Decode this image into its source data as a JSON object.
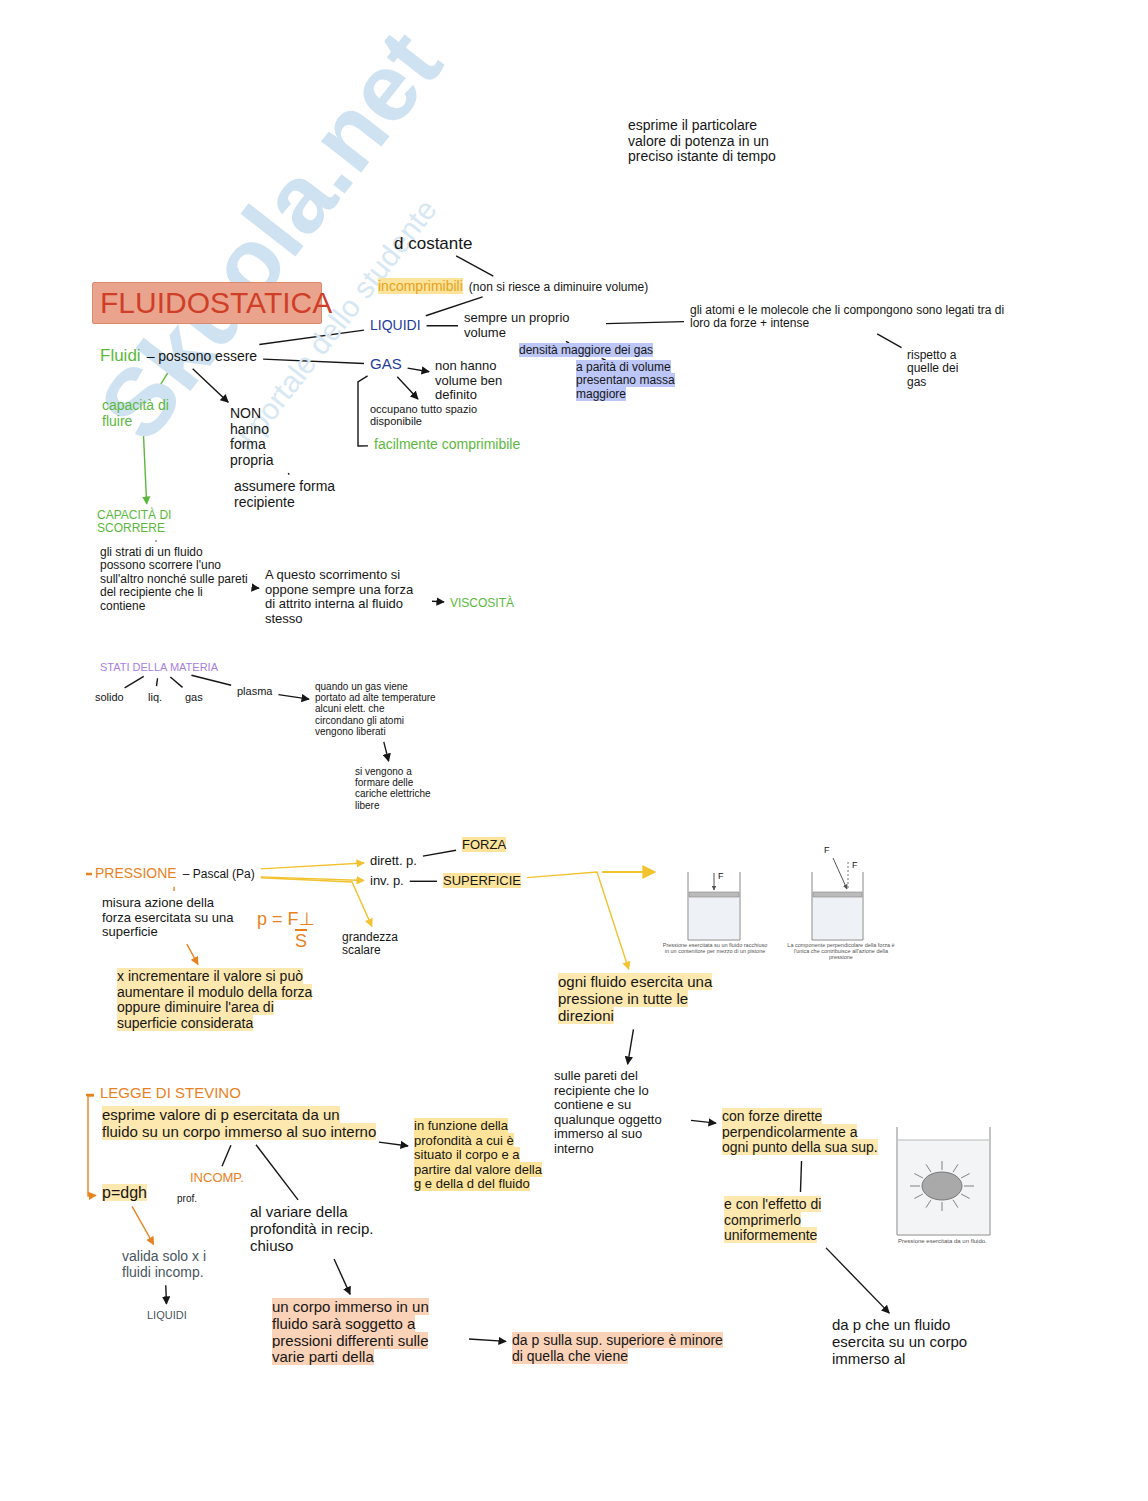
{
  "diagram": {
    "nodes": [
      {
        "text": [
          "FLUIDOSTATICA"
        ]
      },
      {
        "text": [
          "d costante"
        ]
      },
      {
        "text": [
          "incomprimibili",
          "(non si riesce a diminuire volume)"
        ]
      },
      {
        "text": [
          "LIQUIDI"
        ]
      },
      {
        "text": [
          "sempre un proprio volume"
        ]
      },
      {
        "text": [
          "gli atomi e le molecole che li compongono sono legati tra di loro da forze + intense"
        ]
      },
      {
        "text": [
          "rispetto a quelle dei gas"
        ]
      },
      {
        "text": [
          "densità maggiore dei gas"
        ]
      },
      {
        "text": [
          "a parità di volume presentano massa maggiore"
        ]
      },
      {
        "text": [
          "Fluidi",
          "– possono essere"
        ]
      },
      {
        "text": [
          "GAS"
        ]
      },
      {
        "text": [
          "non hanno volume ben definito"
        ]
      },
      {
        "text": [
          "occupano tutto spazio disponibile"
        ]
      },
      {
        "text": [
          "facilmente comprimibile"
        ]
      },
      {
        "text": [
          "capacità di fluire"
        ]
      },
      {
        "text": [
          "NON hanno forma propria"
        ]
      },
      {
        "text": [
          "assumere forma recipiente"
        ]
      },
      {
        "text": [
          "CAPACITÀ DI SCORRERE"
        ]
      },
      {
        "text": [
          "gli strati di un fluido possono scorrere l'uno sull'altro nonché sulle pareti del recipiente che li contiene"
        ]
      },
      {
        "text": [
          "A questo scorrimento si oppone sempre una forza di attrito interna al fluido stesso"
        ]
      },
      {
        "text": [
          "VISCOSITÀ"
        ]
      },
      {
        "text": [
          "STATI DELLA MATERIA"
        ]
      },
      {
        "text": [
          "solido"
        ]
      },
      {
        "text": [
          "liq."
        ]
      },
      {
        "text": [
          "gas"
        ]
      },
      {
        "text": [
          "plasma"
        ]
      },
      {
        "text": [
          "quando un gas viene portato ad alte temperature alcuni elett. che circondano gli atomi vengono liberati"
        ]
      },
      {
        "text": [
          "si vengono a formare delle cariche elettriche libere"
        ]
      },
      {
        "text": [
          "PRESSIONE",
          "– Pascal (Pa)"
        ]
      },
      {
        "text": [
          "dirett. p."
        ]
      },
      {
        "text": [
          "FORZA"
        ]
      },
      {
        "text": [
          "inv. p."
        ]
      },
      {
        "text": [
          "SUPERFICIE"
        ]
      },
      {
        "text": [
          "misura azione della forza esercitata su una superficie"
        ]
      },
      {
        "text": [
          "p = F⊥",
          "S"
        ]
      },
      {
        "text": [
          "grandezza scalare"
        ]
      },
      {
        "text": [
          "x incrementare il valore si può aumentare il modulo della forza oppure diminuire l'area di superficie considerata"
        ]
      },
      {
        "text": [
          "ogni fluido esercita una pressione in tutte le direzioni"
        ]
      },
      {
        "text": [
          "sulle pareti del recipiente che lo contiene e su qualunque oggetto immerso al suo interno"
        ]
      },
      {
        "text": [
          "con forze dirette perpendicolarmente a ogni punto della sua sup."
        ]
      },
      {
        "text": [
          "e con l'effetto di comprimerlo uniformemente"
        ]
      },
      {
        "text": [
          "LEGGE DI STEVINO"
        ]
      },
      {
        "text": [
          "esprime valore di p esercitata da un fluido su un corpo immerso al suo interno"
        ]
      },
      {
        "text": [
          "in funzione della profondità a cui è situato il corpo e a partire dal valore della g e della d del fluido"
        ]
      },
      {
        "text": [
          "INCOMP."
        ]
      },
      {
        "text": [
          "p=dgh"
        ]
      },
      {
        "text": [
          "al variare della profondità in recip. chiuso"
        ]
      },
      {
        "text": [
          "valida solo x i fluidi incomp."
        ]
      },
      {
        "text": [
          "LIQUIDI"
        ]
      },
      {
        "text": [
          "un corpo immerso in un fluido sarà soggetto a pressioni differenti sulle varie parti della"
        ]
      },
      {
        "text": [
          "da p sulla sup. superiore è minore di quella che viene"
        ]
      },
      {
        "text": [
          "da p che un fluido esercita su un corpo immerso al"
        ]
      }
    ],
    "edges": [
      {
        "from": 9,
        "to": 3,
        "arrow": "none"
      },
      {
        "from": 9,
        "to": 10,
        "arrow": "none"
      },
      {
        "from": 3,
        "to": 2,
        "arrow": "none"
      },
      {
        "from": 2,
        "to": 1,
        "arrow": "none"
      },
      {
        "from": 3,
        "to": 4,
        "arrow": "none"
      },
      {
        "from": 4,
        "to": 5,
        "arrow": "none"
      },
      {
        "from": 4,
        "to": 7,
        "arrow": "none"
      },
      {
        "from": 7,
        "to": 8,
        "arrow": "none"
      },
      {
        "from": 5,
        "to": 6,
        "arrow": "none"
      },
      {
        "from": 10,
        "to": 11,
        "arrow": "to"
      },
      {
        "from": 10,
        "to": 12,
        "arrow": "to"
      },
      {
        "from": 10,
        "to": 13,
        "arrow": "none"
      },
      {
        "from": 9,
        "to": 14,
        "arrow": "to"
      },
      {
        "from": 9,
        "to": 15,
        "arrow": "to"
      },
      {
        "from": 15,
        "to": 16,
        "arrow": "none"
      },
      {
        "from": 14,
        "to": 17,
        "arrow": "to"
      },
      {
        "from": 17,
        "to": 18,
        "arrow": "none"
      },
      {
        "from": 18,
        "to": 19,
        "arrow": "to"
      },
      {
        "from": 19,
        "to": 20,
        "arrow": "to"
      },
      {
        "from": 21,
        "to": 22,
        "arrow": "none"
      },
      {
        "from": 21,
        "to": 23,
        "arrow": "none"
      },
      {
        "from": 21,
        "to": 24,
        "arrow": "none"
      },
      {
        "from": 21,
        "to": 25,
        "arrow": "none"
      },
      {
        "from": 25,
        "to": 26,
        "arrow": "to"
      },
      {
        "from": 26,
        "to": 27,
        "arrow": "to"
      },
      {
        "from": 28,
        "to": 29,
        "arrow": "to"
      },
      {
        "from": 28,
        "to": 31,
        "arrow": "to"
      },
      {
        "from": 29,
        "to": 30,
        "arrow": "none"
      },
      {
        "from": 31,
        "to": 32,
        "arrow": "none"
      },
      {
        "from": 28,
        "to": 35,
        "arrow": "to"
      },
      {
        "from": 28,
        "to": 33,
        "arrow": "none"
      },
      {
        "from": 33,
        "to": 36,
        "arrow": "to"
      },
      {
        "from": 32,
        "to": 37,
        "arrow": "to"
      },
      {
        "from": 37,
        "to": 38,
        "arrow": "to"
      },
      {
        "from": 38,
        "to": 39,
        "arrow": "to"
      },
      {
        "from": 39,
        "to": 40,
        "arrow": "none"
      },
      {
        "from": 40,
        "to": 51,
        "arrow": "to"
      },
      {
        "from": 41,
        "to": 42,
        "arrow": "none"
      },
      {
        "from": 42,
        "to": 43,
        "arrow": "to"
      },
      {
        "from": 42,
        "to": 44,
        "arrow": "none"
      },
      {
        "from": 41,
        "to": 45,
        "arrow": "to"
      },
      {
        "from": 45,
        "to": 47,
        "arrow": "to"
      },
      {
        "from": 47,
        "to": 48,
        "arrow": "to"
      },
      {
        "from": 42,
        "to": 46,
        "arrow": "none"
      },
      {
        "from": 46,
        "to": 49,
        "arrow": "to"
      },
      {
        "from": 49,
        "to": 50,
        "arrow": "to"
      }
    ],
    "labels": [
      "esprime il particolare valore di potenza in un preciso istante di tempo",
      "Skuola.net",
      "il portale dello studente",
      "F",
      "Pressione esercitata su un fluido racchiuso in un contenitore per mezzo di un pistone",
      "F",
      "F",
      "La componente perpendicolare della forza è l'unica che contribuisce all'azione della pressione",
      "Pressione esercitata da un fluido.",
      "prof."
    ]
  }
}
